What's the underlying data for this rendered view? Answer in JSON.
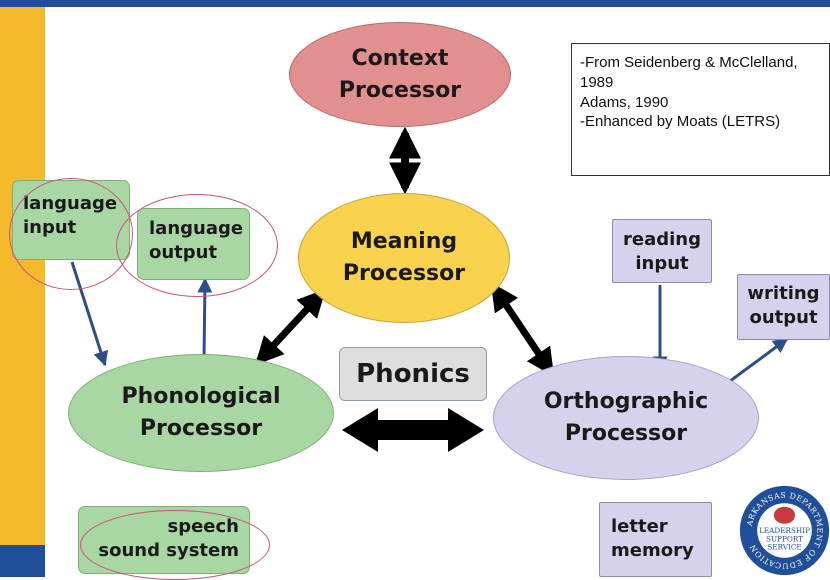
{
  "colors": {
    "top_bar": "#1f4f9a",
    "left_bar": "#f5b92e",
    "context": "#e28f8f",
    "meaning": "#f9d24e",
    "phonological": "#a9d7a3",
    "orthographic": "#d6d1ec",
    "arrow_blue": "#2b4f86",
    "arrow_black": "#000000",
    "highlight_circle": "#c8567a"
  },
  "processors": {
    "context": {
      "line1": "Context",
      "line2": "Processor"
    },
    "meaning": {
      "line1": "Meaning",
      "line2": "Processor"
    },
    "phonological": {
      "line1": "Phonological",
      "line2": "Processor"
    },
    "orthographic": {
      "line1": "Orthographic",
      "line2": "Processor"
    }
  },
  "boxes": {
    "language_input": {
      "line1": "language",
      "line2": "input"
    },
    "language_output": {
      "line1": "language",
      "line2": "output"
    },
    "speech": {
      "line1": "speech",
      "line2": "sound system"
    },
    "reading_input": {
      "line1": "reading",
      "line2": "input"
    },
    "writing_output": {
      "line1": "writing",
      "line2": "output"
    },
    "letter_memory": {
      "line1": "letter",
      "line2": "memory"
    }
  },
  "phonics": "Phonics",
  "citation": {
    "lines": [
      "-From Seidenberg & McClelland,",
      "1989",
      "Adams, 1990",
      "-Enhanced by Moats (LETRS)"
    ]
  },
  "seal": {
    "ring_text": "ARKANSAS DEPARTMENT OF EDUCATION",
    "line1": "LEADERSHIP",
    "line2": "SUPPORT",
    "line3": "SERVICE"
  },
  "icons": {
    "double_arrow": "black-double-arrow",
    "single_arrow": "blue-single-arrow"
  }
}
